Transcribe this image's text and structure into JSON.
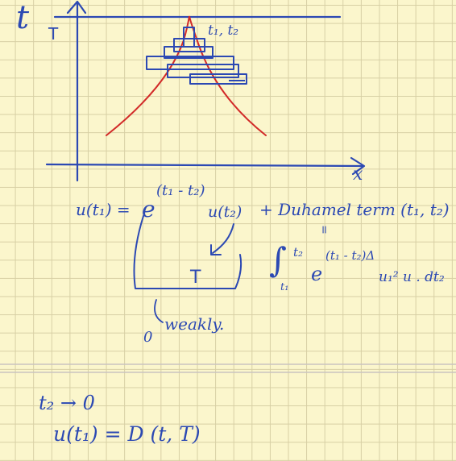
{
  "colors": {
    "paper": "#fbf6cc",
    "grid": "#d7cfa4",
    "ink": "#2c49b3",
    "curve": "#d22a28",
    "divider": "#c9c4c0"
  },
  "diagram": {
    "t_axis_label": "t",
    "T_label": "T",
    "x_axis_label": "x",
    "pair_label": "t₁, t₂"
  },
  "equation": {
    "lhs": "u(t₁) =",
    "exp_base": "e",
    "exponent": "(t₁ - t₂)",
    "term1": "u(t₂)",
    "plus_term": "+ Duhamel term (t₁, t₂)",
    "vert_eq": "=",
    "integral_sign": "∫",
    "int_upper": "t₂",
    "int_lower": "t₁",
    "int_exp": "(t₁ - t₂)Δ",
    "int_tail": "u₁² u . dt₂",
    "box_T": "T",
    "zero": "0",
    "weakly": "weakly."
  },
  "bottom": {
    "line1": "t₂ → 0",
    "line2": "u(t₁) = D (t, T)"
  }
}
